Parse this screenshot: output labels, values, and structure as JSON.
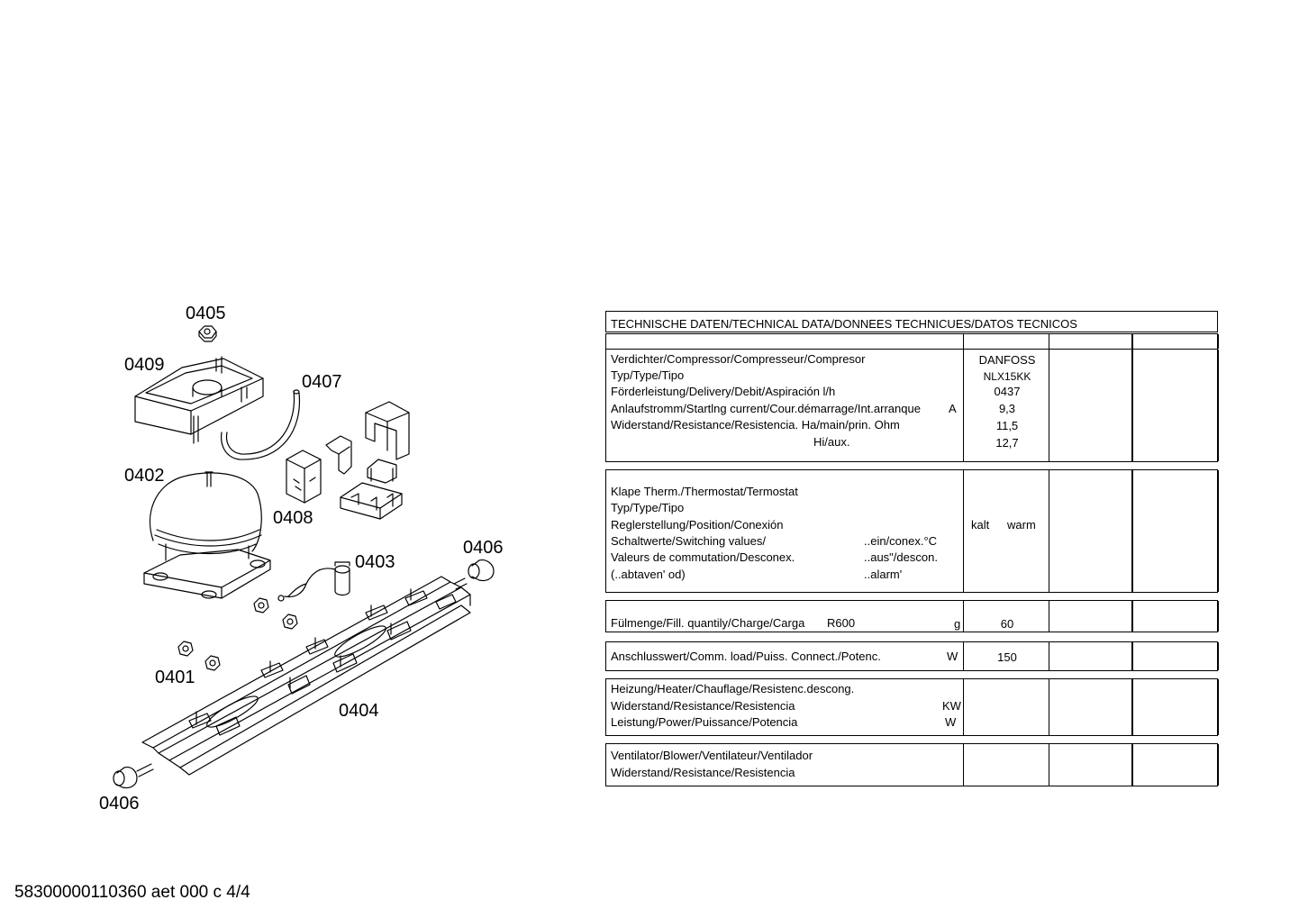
{
  "diagram": {
    "callouts": [
      {
        "id": "c0405",
        "text": "0405"
      },
      {
        "id": "c0409",
        "text": "0409"
      },
      {
        "id": "c0407",
        "text": "0407"
      },
      {
        "id": "c0402",
        "text": "0402"
      },
      {
        "id": "c0408",
        "text": "0408"
      },
      {
        "id": "c0406a",
        "text": "0406"
      },
      {
        "id": "c0403",
        "text": "0403"
      },
      {
        "id": "c0401",
        "text": "0401"
      },
      {
        "id": "c0404",
        "text": "0404"
      },
      {
        "id": "c0406b",
        "text": "0406"
      }
    ]
  },
  "table": {
    "header": "TECHNISCHE DATEN/TECHNICAL DATA/DONNEES TECHNICUES/DATOS TECNICOS",
    "compressor": {
      "labels": [
        "Verdichter/Compressor/Compresseur/Compresor",
        "Typ/Type/Tipo",
        "Förderleistung/Delivery/Debit/Aspiración l/h",
        "Anlaufstromm/Startlng current/Cour.démarrage/Int.arranque",
        "Widerstand/Resistance/Resistencia. Ha/main/prin. Ohm",
        "Hi/aux."
      ],
      "unit_current": "A",
      "values": [
        "DANFOSS",
        "NLX15KK",
        "0437",
        "9,3",
        "11,5",
        "12,7"
      ]
    },
    "thermostat": {
      "labels": [
        "Klape Therm./Thermostat/Termostat",
        "Typ/Type/Tipo",
        "Reglerstellung/Position/Conexión",
        "Schaltwerte/Switching values/",
        "Valeurs de commutation/Desconex.",
        "(..abtaven' od)"
      ],
      "sub_labels": [
        "..ein/conex.°C",
        "..aus\"/descon.",
        "..alarm'"
      ],
      "value_kalt": "kalt",
      "value_warm": "warm"
    },
    "charge": {
      "label": "Fülmenge/Fill. quantily/Charge/Carga",
      "refrigerant": "R600",
      "unit": "g",
      "value": "60"
    },
    "load": {
      "label": "Anschlusswert/Comm. load/Puiss. Connect./Potenc.",
      "unit": "W",
      "value": "150"
    },
    "heater": {
      "labels": [
        "Heizung/Heater/Chauflage/Resistenc.descong.",
        "Widerstand/Resistance/Resistencia",
        "Leistung/Power/Puissance/Potencia"
      ],
      "units": [
        "KW",
        "W"
      ]
    },
    "blower": {
      "labels": [
        "Ventilator/Blower/Ventilateur/Ventilador",
        "Widerstand/Resistance/Resistencia"
      ]
    }
  },
  "footer": "58300000110360 aet 000 c 4/4"
}
